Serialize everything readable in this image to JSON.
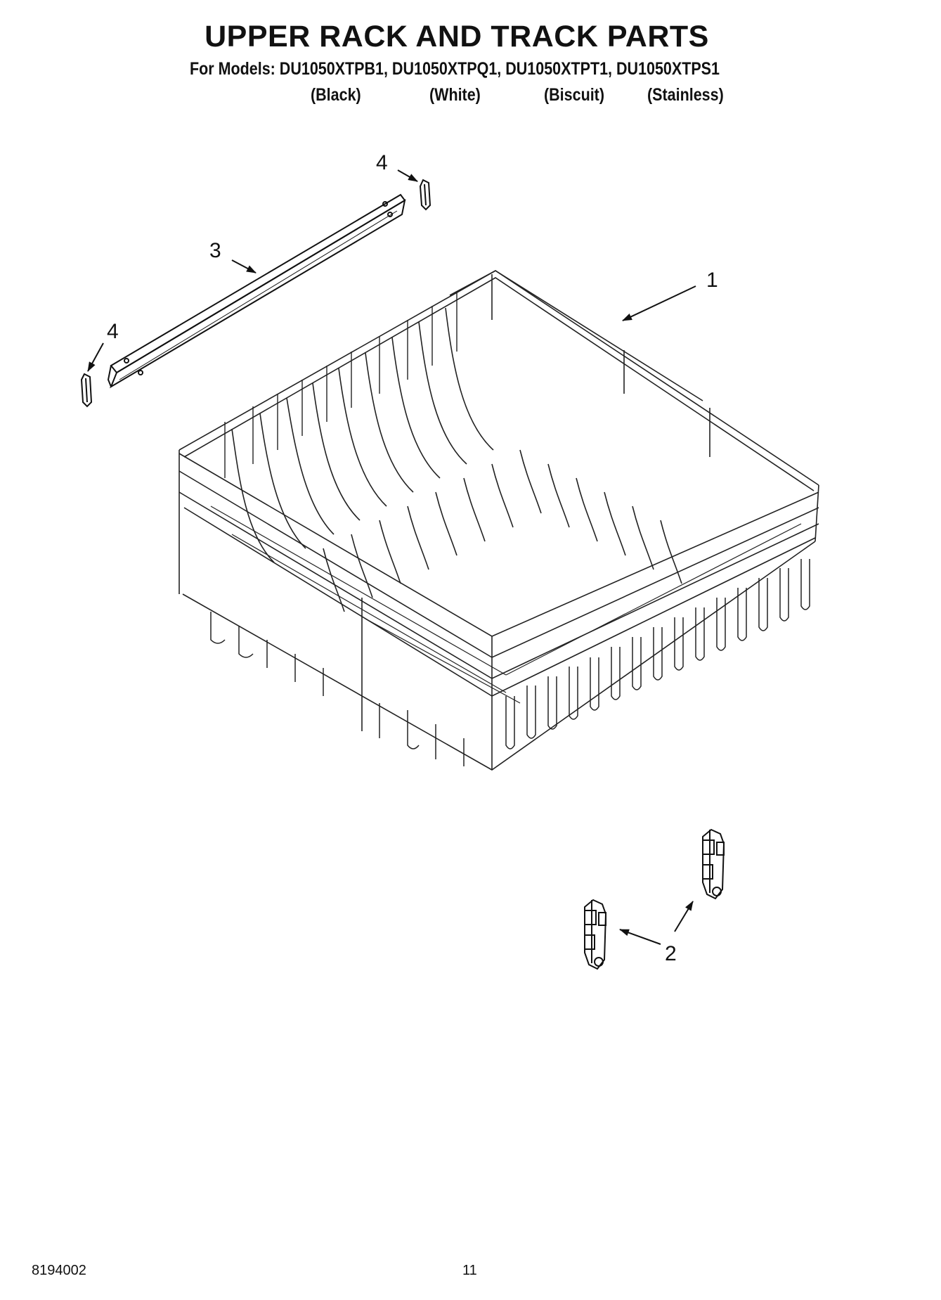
{
  "header": {
    "title": "UPPER RACK AND TRACK PARTS",
    "models_line": "For Models: DU1050XTPB1, DU1050XTPQ1, DU1050XTPT1, DU1050XTPS1",
    "finishes": [
      "(Black)",
      "(White)",
      "(Biscuit)",
      "(Stainless)"
    ]
  },
  "callouts": {
    "rack": "1",
    "wheels": "2",
    "track": "3",
    "end_cap_top": "4",
    "end_cap_left": "4"
  },
  "footer": {
    "doc_number": "8194002",
    "page_number": "11"
  },
  "colors": {
    "ink": "#111111",
    "paper": "#ffffff"
  }
}
